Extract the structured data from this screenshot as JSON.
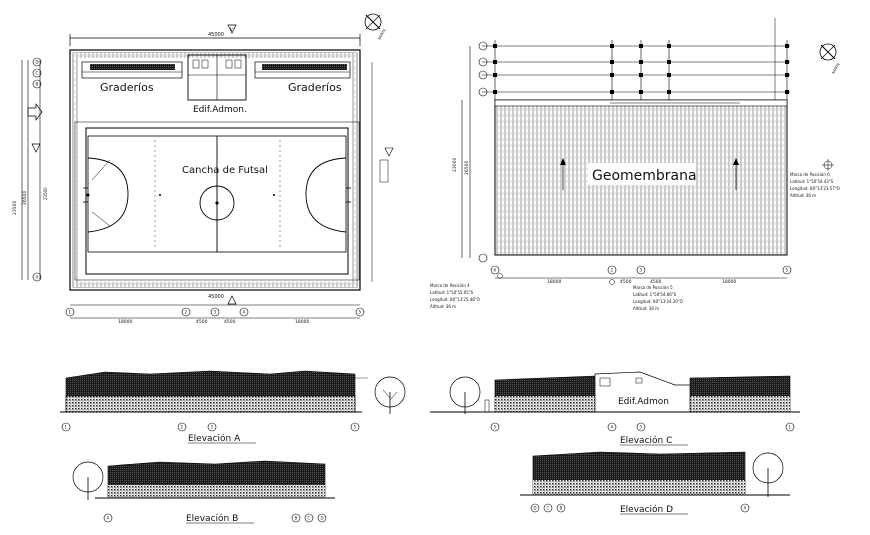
{
  "plan": {
    "label_graderios_left": "Graderíos",
    "label_graderios_right": "Graderíos",
    "label_admin": "Edif.Admon.",
    "label_court": "Cancha de Futsal",
    "dim_top": "45000",
    "dim_bottom": "45000",
    "dim_left": "23500",
    "dim_left_inner": "26500",
    "dim_bottom_row": [
      "18000",
      "4500",
      "4500",
      "18000"
    ],
    "grid_bottom": [
      "1",
      "2",
      "3",
      "4",
      "5"
    ],
    "grid_left": [
      "A",
      "B",
      "C",
      "D"
    ]
  },
  "roof": {
    "label_membrane": "Geomembrana",
    "dim_left": "23000",
    "dim_left_inner": "26500",
    "dim_bottom_row": [
      "18000",
      "4500",
      "4500",
      "18000"
    ],
    "grid_bottom": [
      "6",
      "2",
      "3",
      "5"
    ],
    "marker_left": {
      "title": "Marca de Posición 4",
      "lat": "Latitud:   1°50'55.05\"S",
      "lon": "Longitud:  80°13'25.48\"O",
      "alt": "Altitud: 36 m"
    },
    "marker_mid": {
      "title": "Marca de Posición 5",
      "lat": "Latitud:   1°50'54.66\"S",
      "lon": "Longitud:  80°13'24.20\"O",
      "alt": "Altitud: 36 m"
    },
    "marker_right": {
      "title": "Marca de Posición 6",
      "lat": "Latitud:   1°50'54.43\"S",
      "lon": "Longitud:  80°13'23.57\"O",
      "alt": "Altitud: 36 m"
    }
  },
  "elevations": {
    "a": {
      "title": "Elevación A",
      "grid": [
        "1",
        "2",
        "3",
        "5"
      ]
    },
    "b": {
      "title": "Elevación B",
      "grid": [
        "A",
        "B",
        "C",
        "D"
      ]
    },
    "c": {
      "title": "Elevación C",
      "admin": "Edif.Admon",
      "grid": [
        "5",
        "4",
        "3",
        "1"
      ]
    },
    "d": {
      "title": "Elevación D",
      "grid": [
        "D",
        "C",
        "B",
        "A"
      ]
    }
  }
}
